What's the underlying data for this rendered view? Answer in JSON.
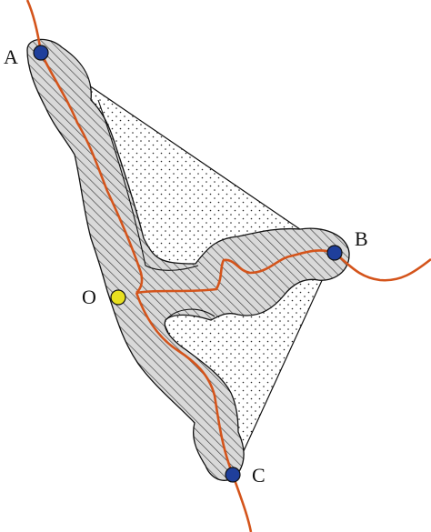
{
  "points": {
    "A": {
      "label": "A",
      "color": "#1f3f9b"
    },
    "B": {
      "label": "B",
      "color": "#1f3f9b"
    },
    "C": {
      "label": "C",
      "color": "#1f3f9b"
    },
    "O": {
      "label": "O",
      "color": "#e8e020"
    }
  },
  "colors": {
    "route": "#d4541b",
    "outline": "#111111",
    "buffer_fill": "#d9d9d9",
    "background": "#ffffff"
  },
  "icons": {
    "point_marker": "filled-circle",
    "buffer_pattern": "diagonal-hatch",
    "triangle_pattern": "dot-stipple"
  }
}
